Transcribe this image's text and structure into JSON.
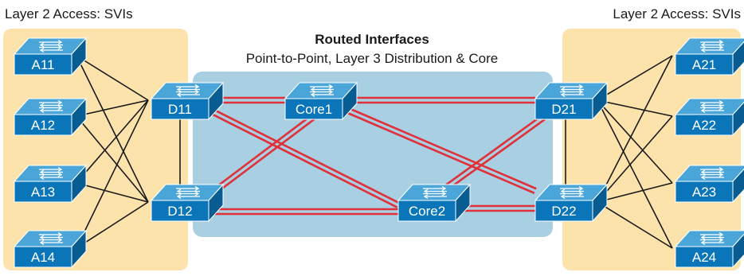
{
  "headings": {
    "left": "Layer 2 Access: SVIs",
    "right": "Layer 2 Access: SVIs",
    "center_title": "Routed Interfaces",
    "center_subtitle": "Point-to-Point, Layer 3 Distribution & Core"
  },
  "colors": {
    "access_zone": "#fce3ab",
    "routed_zone": "#a9cfe2",
    "switch_front": "#0a75b8",
    "switch_top": "#4aa6d8",
    "switch_side": "#075c92",
    "trunk_link": "#1a1a1a",
    "routed_link": "#e0303a"
  },
  "switches": {
    "a11": "A11",
    "a12": "A12",
    "a13": "A13",
    "a14": "A14",
    "d11": "D11",
    "d12": "D12",
    "core1": "Core1",
    "core2": "Core2",
    "d21": "D21",
    "d22": "D22",
    "a21": "A21",
    "a22": "A22",
    "a23": "A23",
    "a24": "A24"
  },
  "icons": {
    "switch": "switch-icon (four crossing arrows)"
  }
}
